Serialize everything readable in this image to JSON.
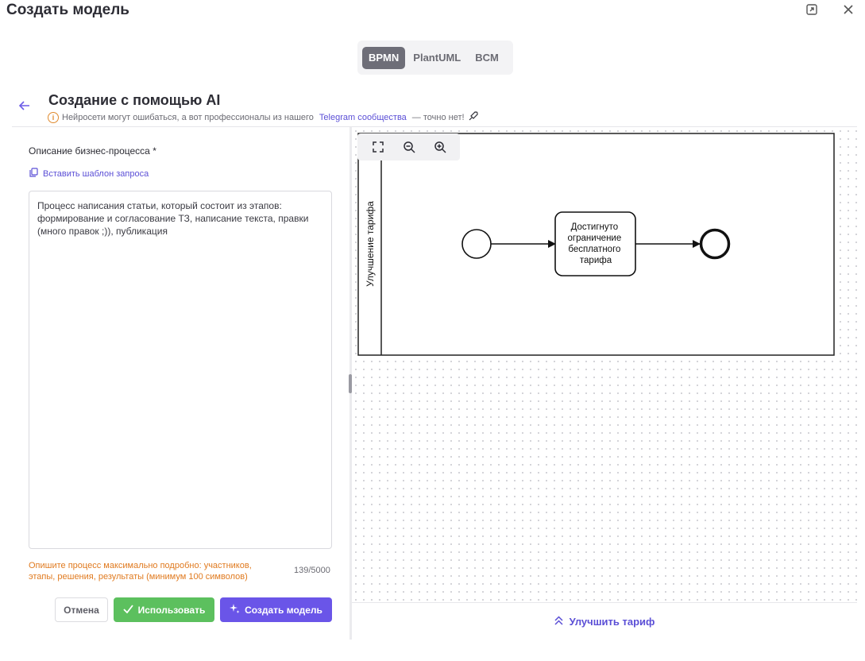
{
  "dialog": {
    "title": "Создать модель"
  },
  "format_tabs": [
    {
      "label": "BPMN",
      "active": true
    },
    {
      "label": "PlantUML",
      "active": false
    },
    {
      "label": "BCM",
      "active": false
    }
  ],
  "ai": {
    "title": "Создание с помощью AI",
    "note_prefix": "Нейросети могут ошибаться, а вот профессионалы из нашего",
    "note_link": "Telegram сообщества",
    "note_suffix": "— точно нет!"
  },
  "form": {
    "label": "Описание бизнес-процесса *",
    "template_link": "Вставить шаблон запроса",
    "description": "Процесс написания статьи, который состоит из этапов: формирование и согласование ТЗ, написание текста, правки (много правок ;)), публикация",
    "hint": "Опишите процесс максимально подробно: участников, этапы, решения, результаты (минимум 100 символов)",
    "counter": "139/5000",
    "cancel_label": "Отмена",
    "use_label": "Использовать",
    "create_label": "Создать модель"
  },
  "diagram": {
    "lane_label": "Улучшение тарифа",
    "task_lines": [
      "Достигнуто",
      "ограничение",
      "бесплатного",
      "тарифа"
    ]
  },
  "upgrade": {
    "label": "Улучшить тариф"
  },
  "colors": {
    "accent": "#6a55e8",
    "success": "#5cc05e",
    "hint": "#e07a1f",
    "link": "#5b4fd6"
  },
  "icons": [
    "expand-icon",
    "close-icon",
    "back-arrow-icon",
    "warning-icon",
    "rocket-icon",
    "copy-icon",
    "check-icon",
    "sparkle-icon",
    "fit-screen-icon",
    "zoom-out-icon",
    "zoom-in-icon",
    "double-chevron-up-icon"
  ]
}
